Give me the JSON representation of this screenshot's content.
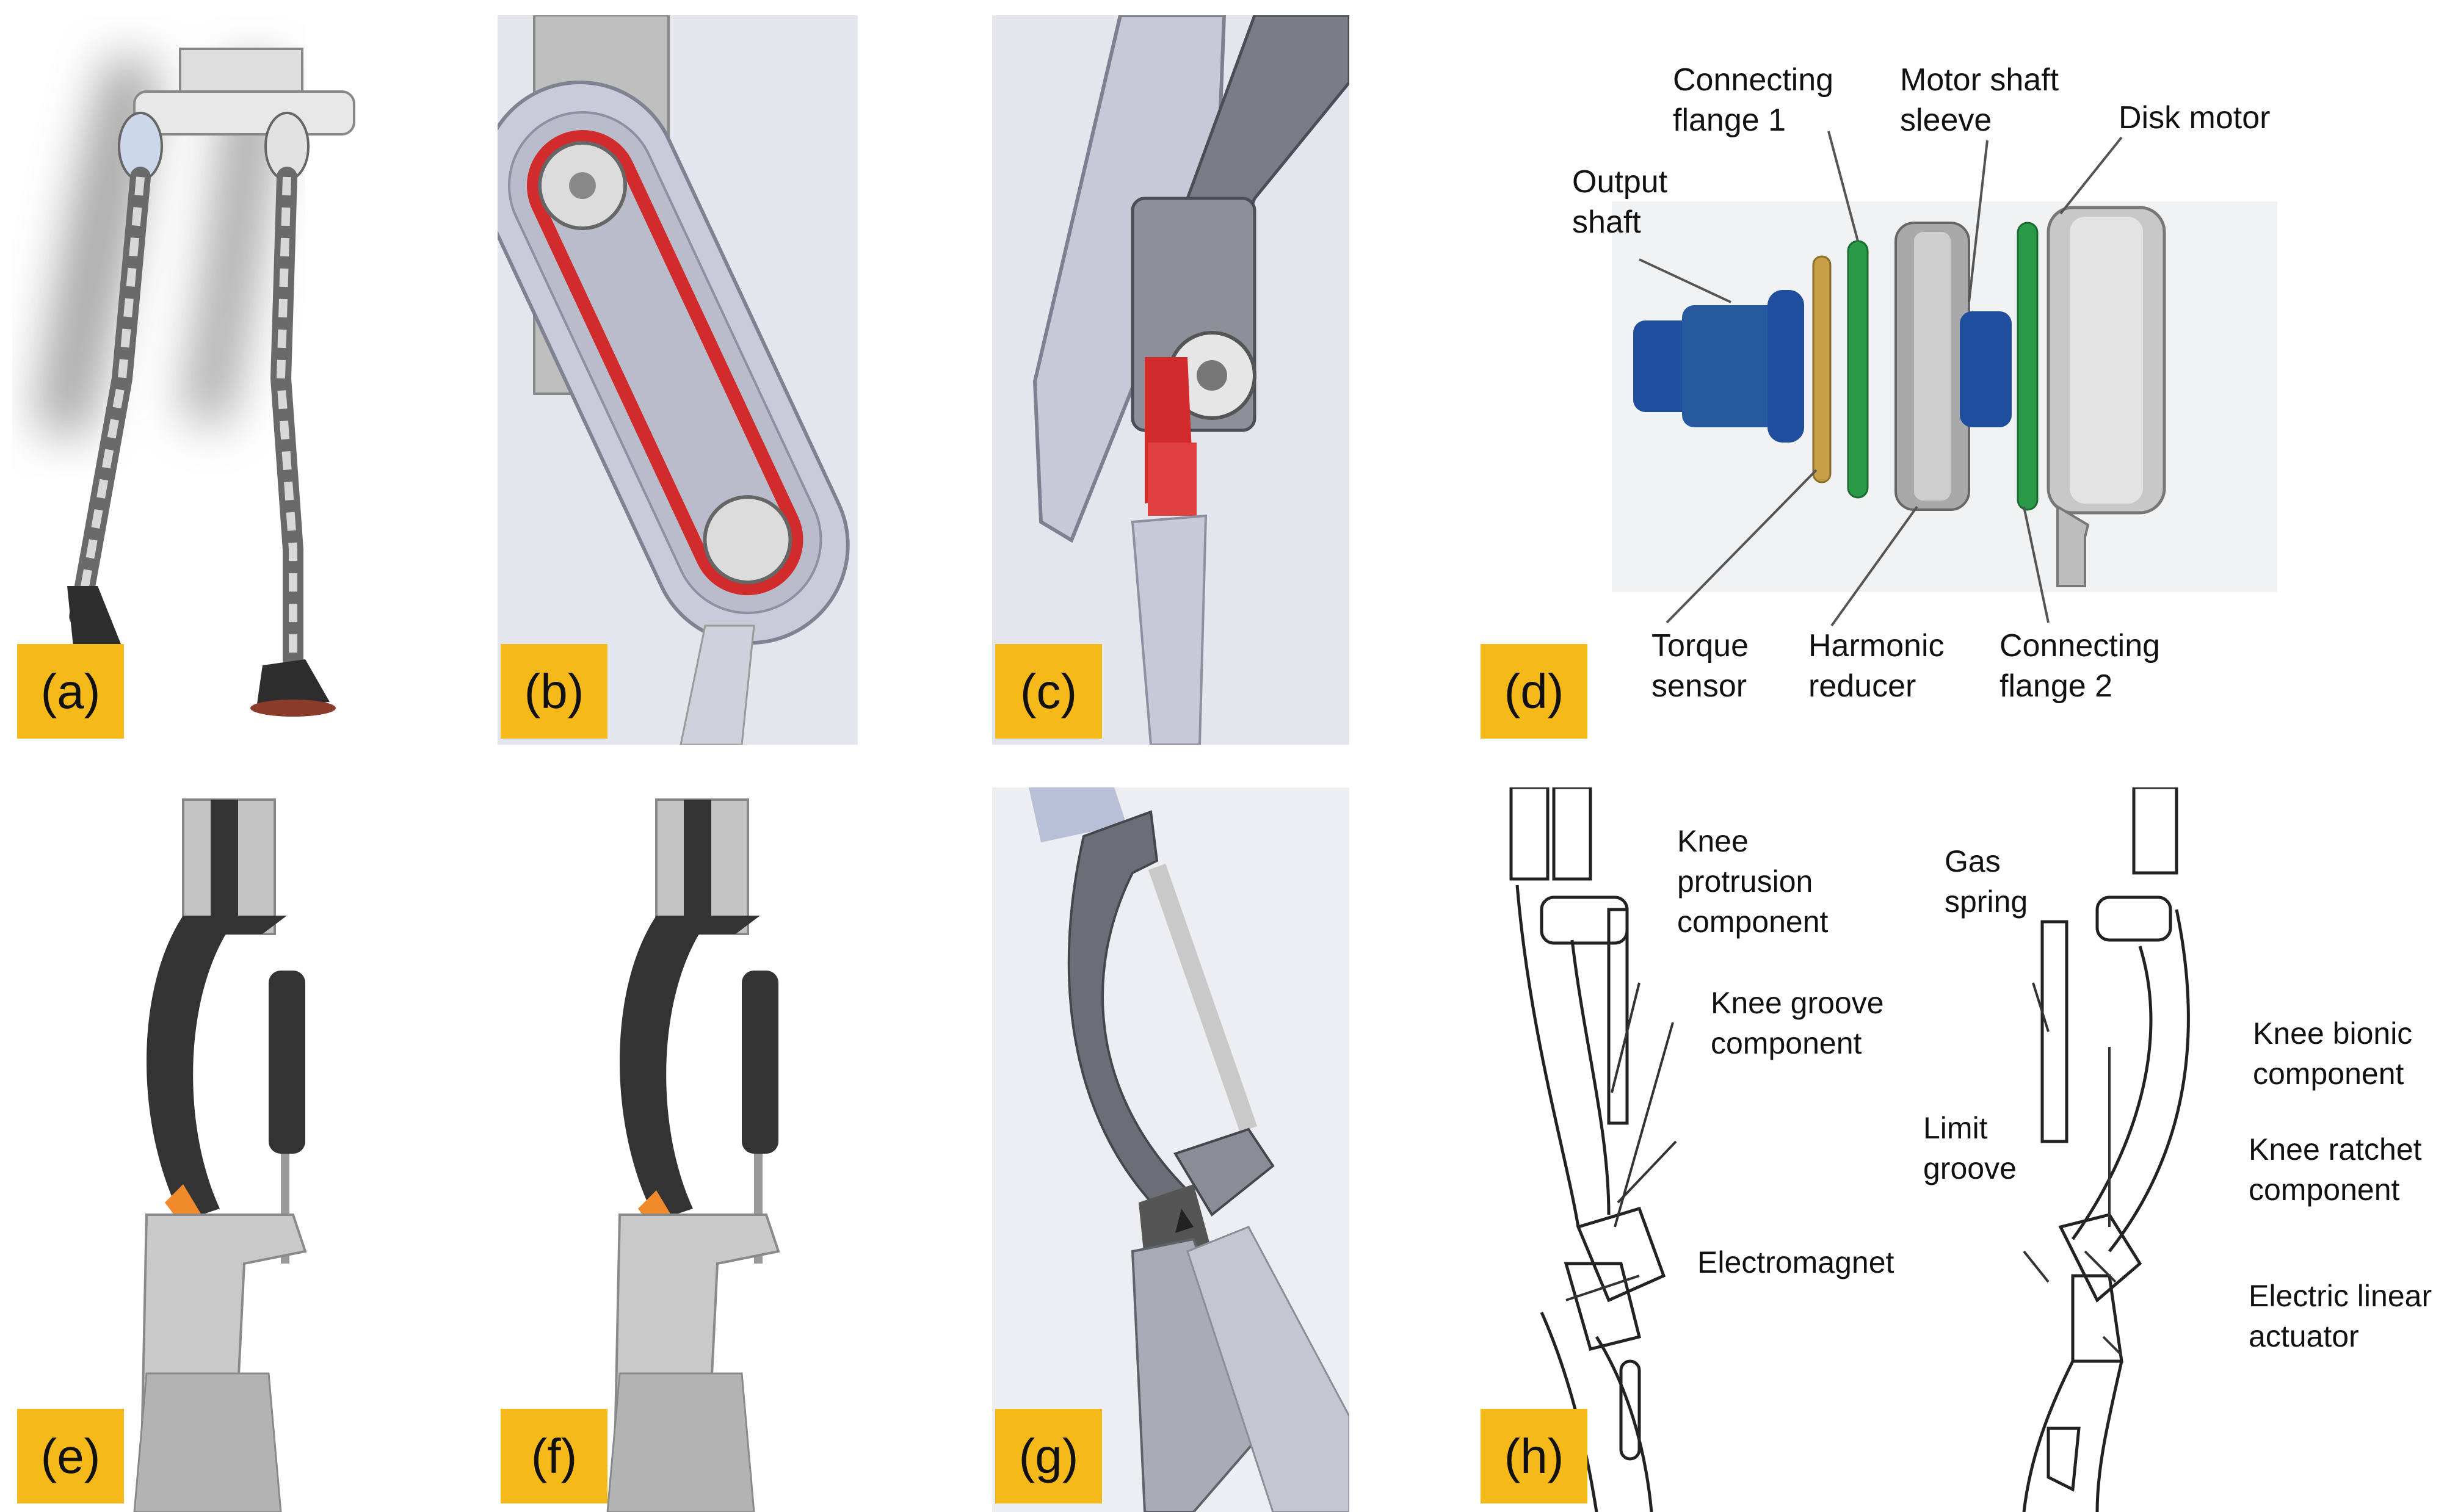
{
  "panels": {
    "a": "(a)",
    "b": "(b)",
    "c": "(c)",
    "d": "(d)",
    "e": "(e)",
    "f": "(f)",
    "g": "(g)",
    "h": "(h)"
  },
  "d_labels": {
    "output_shaft": "Output\nshaft",
    "connecting_flange_1": "Connecting\nflange  1",
    "motor_shaft_sleeve": "Motor shaft\nsleeve",
    "disk_motor": "Disk motor",
    "torque_sensor": "Torque\nsensor",
    "harmonic_reducer": "Harmonic\nreducer",
    "connecting_flange_2": "Connecting\nflange  2"
  },
  "h_labels": {
    "knee_protrusion": "Knee\nprotrusion\ncomponent",
    "knee_groove": "Knee groove\ncomponent",
    "electromagnet": "Electromagnet",
    "gas_spring": "Gas\nspring",
    "knee_bionic": "Knee bionic\ncomponent",
    "limit_groove": "Limit\ngroove",
    "knee_ratchet": "Knee ratchet\ncomponent",
    "electric_linear_actuator": "Electric linear\nactuator"
  },
  "colors": {
    "badge": "#f5b91a",
    "belt_red": "#d12b2b",
    "shaft_blue": "#1f4f9c",
    "flange_green": "#2a9a48",
    "sensor_gold": "#c9a04a"
  }
}
